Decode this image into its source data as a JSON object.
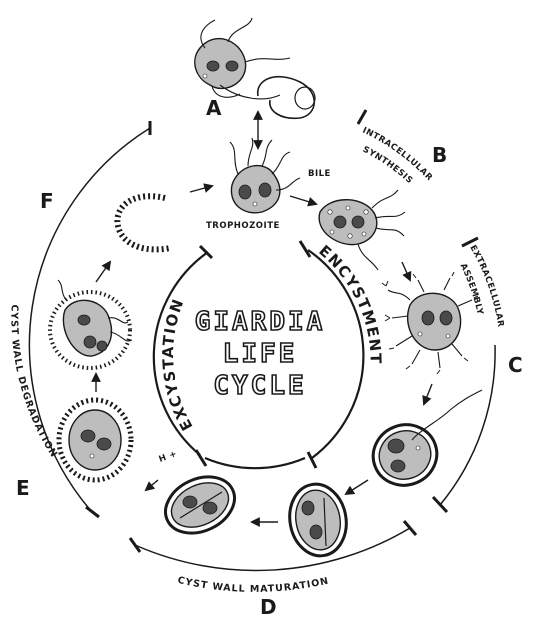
{
  "diagram": {
    "title_lines": [
      "GIARDIA",
      "LIFE",
      "CYCLE"
    ],
    "stage_letters": {
      "a": "A",
      "b": "B",
      "c": "C",
      "d": "D",
      "e": "E",
      "f": "F"
    },
    "phases": {
      "encystment": "ENCYSTMENT",
      "excystation": "EXCYSTATION"
    },
    "process_labels": {
      "intracellular_line1": "INTRACELLULAR",
      "intracellular_line2": "SYNTHESIS",
      "extracellular_line1": "EXTRACELLULAR",
      "extracellular_line2": "ASSEMBLY",
      "cyst_wall_maturation": "CYST WALL MATURATION",
      "cyst_wall_degradation": "CYST WALL DEGRADATION"
    },
    "annotations": {
      "trophozoite": "TROPHOZOITE",
      "bile": "BILE",
      "h_plus": "H +"
    }
  }
}
